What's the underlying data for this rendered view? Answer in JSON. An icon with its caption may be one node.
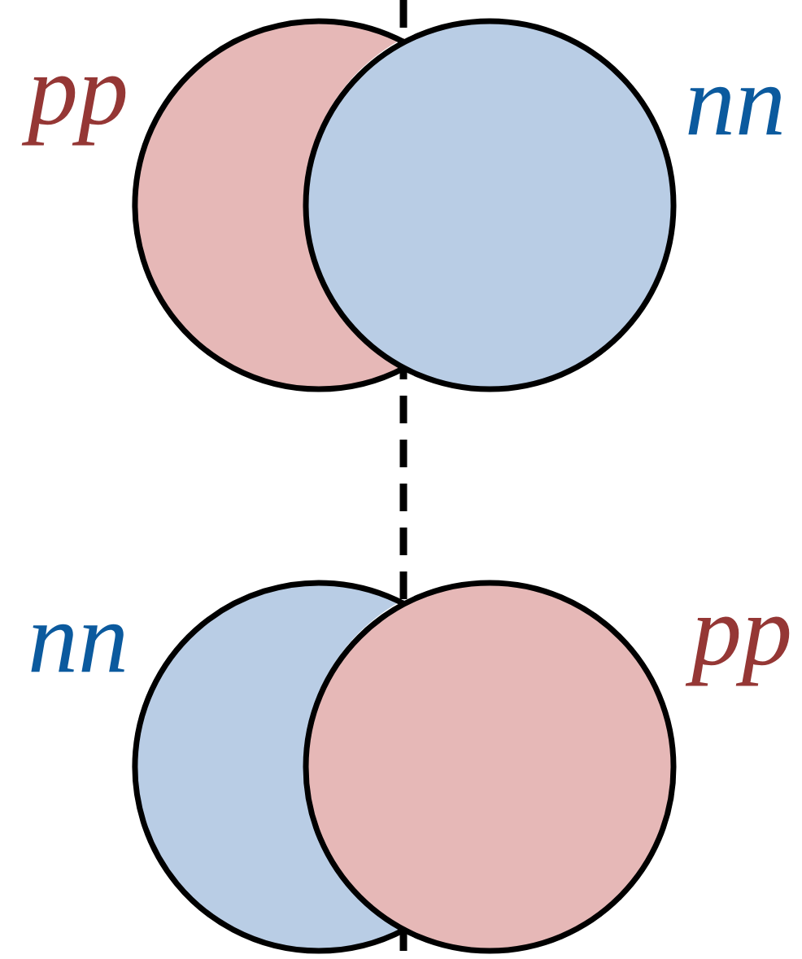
{
  "diagram": {
    "nodes": [
      {
        "text": [],
        "shape": "circle",
        "beside": [
          "pp"
        ]
      },
      {
        "text": [],
        "shape": "circle",
        "beside": [
          "nn"
        ]
      },
      {
        "text": [],
        "shape": "circle",
        "beside": [
          "nn"
        ]
      },
      {
        "text": [],
        "shape": "circle",
        "beside": [
          "pp"
        ]
      }
    ]
  }
}
